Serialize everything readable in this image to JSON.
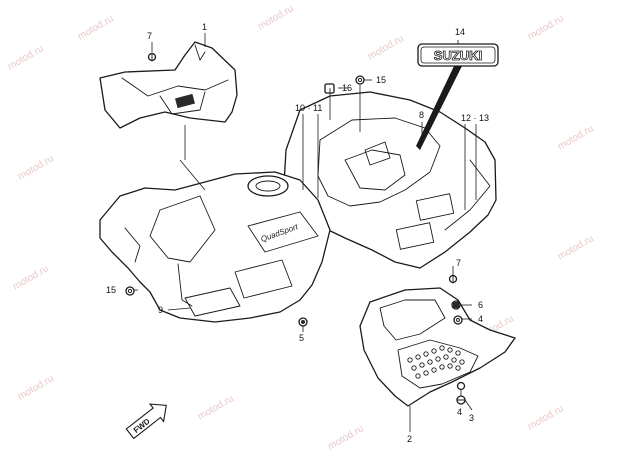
{
  "diagram": {
    "watermark": "motod.ru",
    "brand_emblem_text": "SUZUKI",
    "decal_text": "QuadSport",
    "direction_arrow_text": "FWD",
    "callouts": {
      "p1": "1",
      "p2": "2",
      "p3": "3",
      "p4a": "4",
      "p4b": "4",
      "p5": "5",
      "p6": "6",
      "p7a": "7",
      "p7b": "7",
      "p8": "8",
      "p9": "9",
      "p10_11": "10 · 11",
      "p12_13": "12 · 13",
      "p14": "14",
      "p15a": "15",
      "p15b": "15",
      "p16": "16"
    }
  }
}
